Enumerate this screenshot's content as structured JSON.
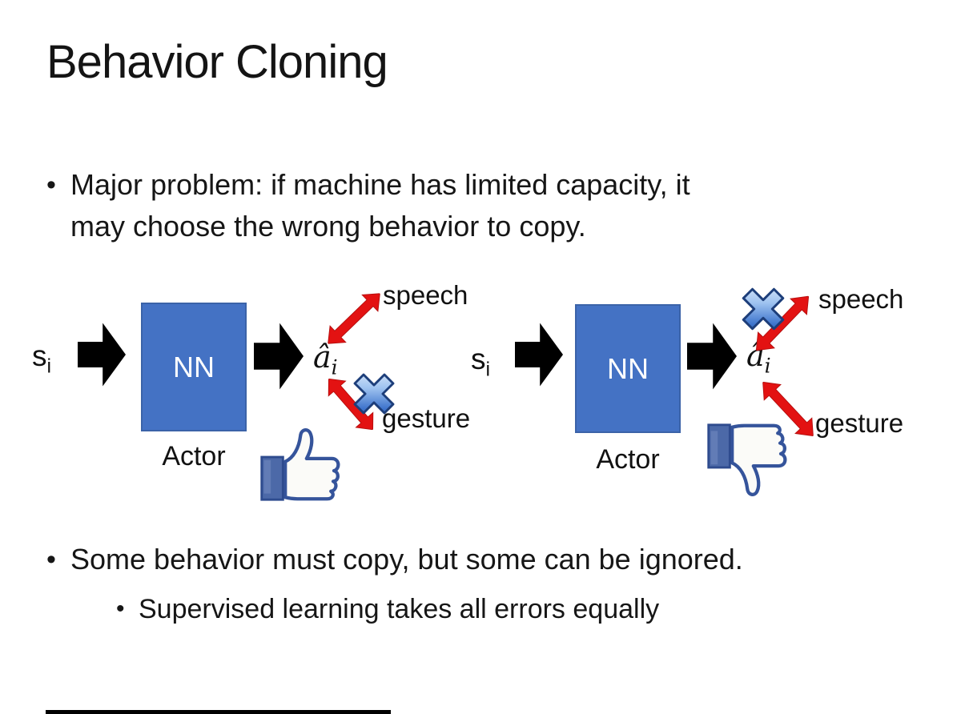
{
  "slide": {
    "title": "Behavior Cloning",
    "bullet_char": "•",
    "bullet1_lines": [
      "Major problem: if machine has limited capacity, it",
      "may choose the wrong behavior to copy."
    ],
    "bullet2": "Some behavior must copy, but some can be ignored.",
    "bullet2_sub": "Supervised learning takes all errors equally"
  },
  "diagram": {
    "input_base": "s",
    "input_sub": "i",
    "nn_label": "NN",
    "actor_label": "Actor",
    "output_base": "â",
    "output_sub": "i",
    "speech_label": "speech",
    "gesture_label": "gesture",
    "left_variant": {
      "crossed_out": "gesture",
      "feedback": "thumbs-up"
    },
    "right_variant": {
      "crossed_out": "speech",
      "feedback": "thumbs-down"
    }
  },
  "colors": {
    "nn_fill": "#4472C4",
    "black_arrow": "#000000",
    "red_arrow": "#E31212",
    "cross_blue": "#3E74CC",
    "thumb_outline": "#35549B",
    "thumb_cuff": "#4C69A8",
    "text": "#161616"
  }
}
